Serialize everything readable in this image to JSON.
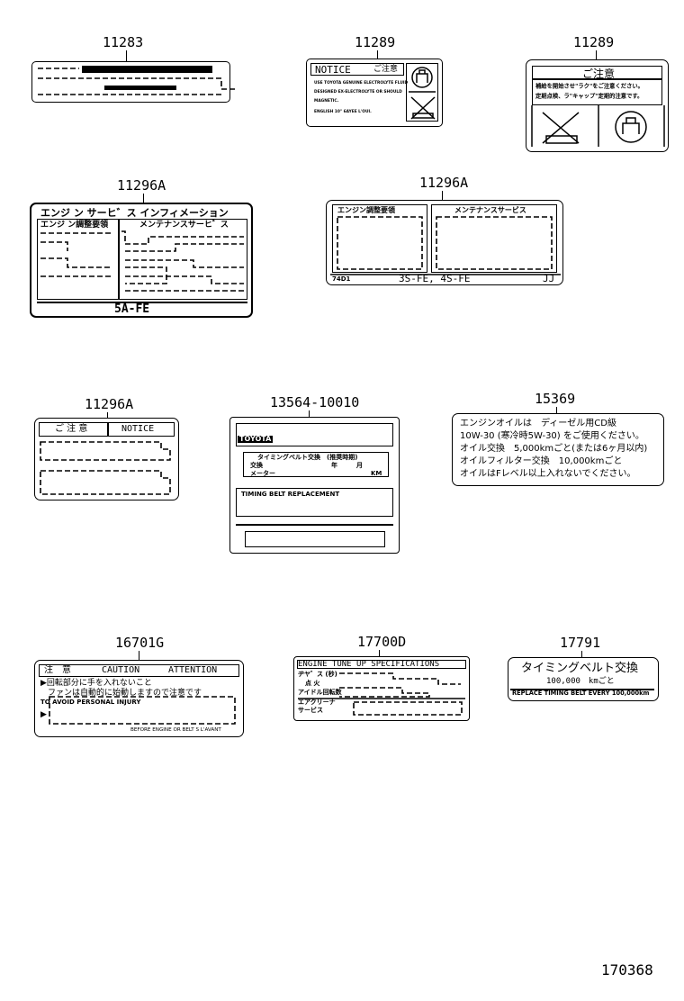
{
  "figure_number": "170368",
  "labels": {
    "l11283": {
      "part_no": "11283"
    },
    "l11289a": {
      "part_no": "11289",
      "notice": "NOTICE",
      "jp_heading": "ご注意",
      "lines": [
        "USE TOYOTA GENUINE ELECTROLYTE FLUID",
        "DESIGNED EX-ELECTROLYTE OR SHOULD",
        "MAGNETIC.",
        "ENGLISH 10\" 6AYEE L'OUI."
      ]
    },
    "l11289b": {
      "part_no": "11289",
      "heading": "ご注意",
      "lines": [
        "補給を開始させ\"ラク\"をご注意ください。",
        "定期点検、ラ\"キャップ\"定期的注意です。"
      ]
    },
    "l11296a_1": {
      "part_no": "11296A",
      "title": "エンジ ン サーヒ゛ス インフィメーション",
      "left_head": "エンジ ン調整要領",
      "right_head": "メンテナンスサーヒ゛ス",
      "engine": "5A-FE"
    },
    "l11296a_2": {
      "part_no": "11296A",
      "left_head": "エンジン調整要領",
      "right_head": "メンテナンスサービス",
      "code": "74D1",
      "engine": "3S-FE, 4S-FE",
      "suffix": "JJ"
    },
    "l11296a_3": {
      "part_no": "11296A",
      "jp_heading": "ご 注 意",
      "notice": "NOTICE"
    },
    "l13564": {
      "part_no": "13564-10010",
      "top_text": "TOYOTA",
      "belt_header": "タイミングベルト交換　(推奨時期)",
      "row1_label": "交換",
      "row1_a": "年",
      "row1_b": "月",
      "row2_label": "メーター",
      "unit": "KM",
      "timing": "TIMING BELT REPLACEMENT"
    },
    "l15369": {
      "part_no": "15369",
      "lines": [
        "エンジンオイルは　ディーゼル用CD級",
        "10W-30 (寒冷時5W-30) をご使用ください。",
        "オイル交換　5,000kmごと(または6ヶ月以内)",
        "オイルフィルター交換　10,000kmごと",
        "オイルはFレベル以上入れないでください。"
      ]
    },
    "l16701g": {
      "part_no": "16701G",
      "title_jp": "注　意",
      "caution": "CAUTION",
      "attention": "ATTENTION",
      "line1": "▶回転部分に手を入れないこと",
      "line2": "ファンは自動的に始動しますので注意です",
      "line3": "TO AVOID PERSONAL INJURY",
      "arrow": "▶",
      "bottom": "BEFORE ENGINE OR BELT S L'AVANT"
    },
    "l17700d": {
      "part_no": "17700D",
      "title": "ENGINE TUNE UP SPECIFICATIONS",
      "row1": "ヂヤ゛ス (秒)",
      "row2": "点 火",
      "row3": "アイドル回転数",
      "row4": "エアクリーナ",
      "row5": "サービス"
    },
    "l17791": {
      "part_no": "17791",
      "jp": "タイミングベルト交換",
      "interval": "100,000　kmごと",
      "en": "REPLACE TIMING BELT EVERY 100,000km"
    }
  }
}
